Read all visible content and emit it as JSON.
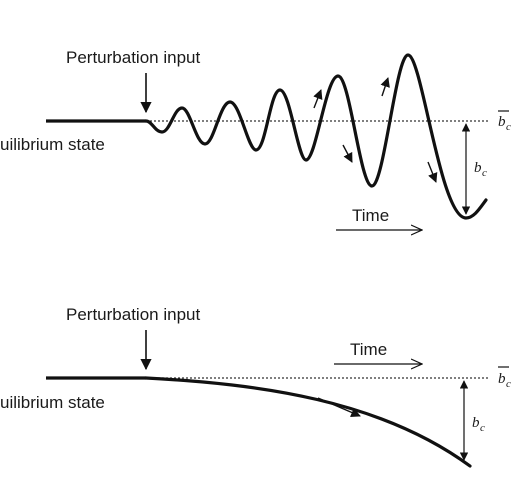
{
  "top_panel": {
    "perturbation_label": "Perturbation input",
    "equilibrium_label": "uilibrium state",
    "time_label": "Time",
    "bc_bar_label": "b",
    "bc_bar_sub": "c",
    "bc_label": "b",
    "bc_sub": "c"
  },
  "bottom_panel": {
    "perturbation_label": "Perturbation input",
    "equilibrium_label": "uilibrium state",
    "time_label": "Time",
    "bc_bar_label": "b",
    "bc_bar_sub": "c",
    "bc_label": "b",
    "bc_sub": "c"
  },
  "colors": {
    "ink": "#111111",
    "background": "#ffffff"
  },
  "icons": [
    "down-arrow-icon",
    "up-arrow-icon",
    "right-arrow-icon",
    "double-arrow-icon"
  ]
}
